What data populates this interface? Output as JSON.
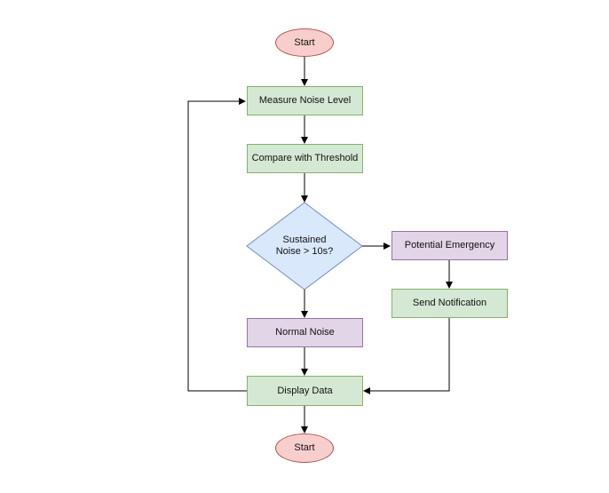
{
  "nodes": {
    "start_top": "Start",
    "measure": "Measure Noise Level",
    "compare": "Compare with Threshold",
    "decision_line1": "Sustained",
    "decision_line2": "Noise > 10s?",
    "emergency": "Potential Emergency",
    "notify": "Send Notification",
    "normal": "Normal Noise",
    "display": "Display Data",
    "start_bottom": "Start"
  },
  "colors": {
    "process_fill": "#d5e8d4",
    "process_stroke": "#82b366",
    "alt_fill": "#e1d5e7",
    "alt_stroke": "#9673a6",
    "terminal_fill": "#f8cecc",
    "terminal_stroke": "#b85450",
    "decision_fill": "#dae8fc",
    "decision_stroke": "#6c8ebf"
  }
}
